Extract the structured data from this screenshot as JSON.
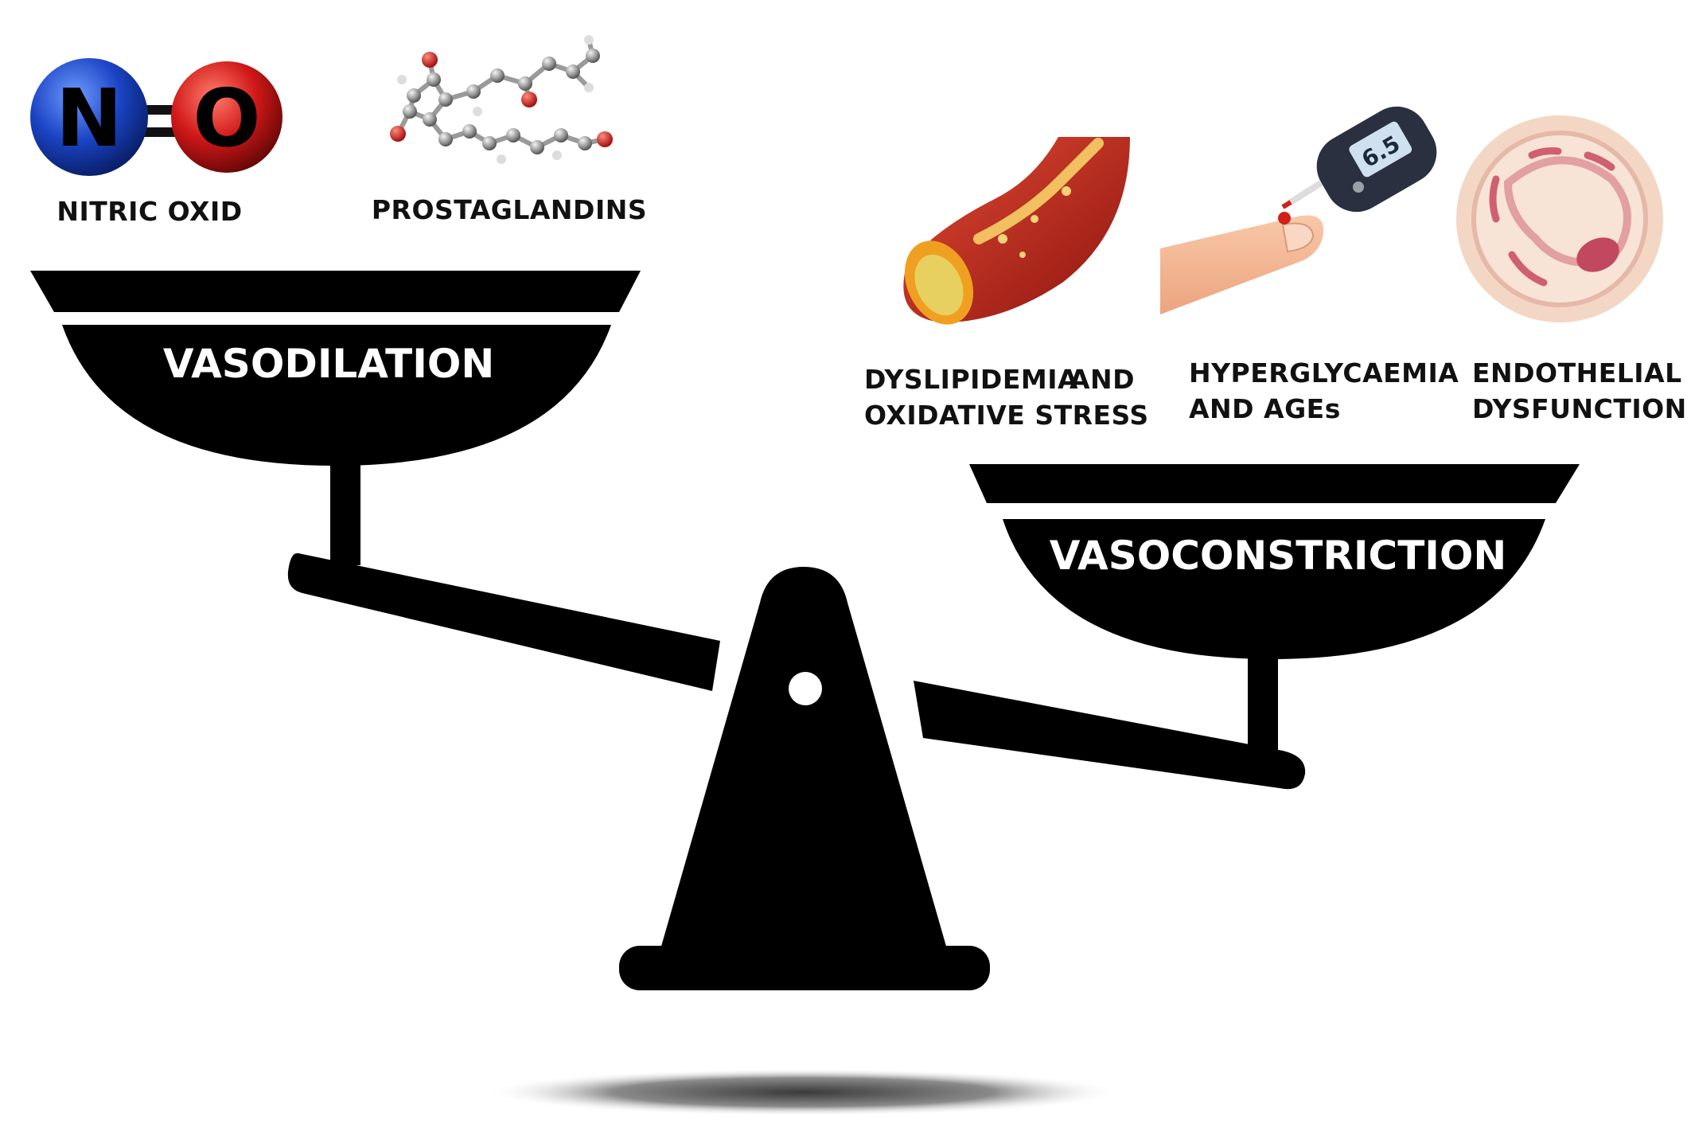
{
  "left_pan": {
    "title": "VASODILATION",
    "items": [
      {
        "label": "NITRIC OXID",
        "icon": "nitric-oxide-molecule-icon",
        "atoms": [
          "N",
          "O"
        ]
      },
      {
        "label": "PROSTAGLANDINS",
        "icon": "prostaglandin-molecule-icon"
      }
    ]
  },
  "right_pan": {
    "title": "VASOCONSTRICTION",
    "items": [
      {
        "label_line1": "DYSLIPIDEMIA",
        "label_line1b": "AND",
        "label_line2": "OXIDATIVE STRESS",
        "icon": "artery-plaque-icon"
      },
      {
        "label_line1": "HYPERGLYCAEMIA",
        "label_line2": "AND AGEs",
        "icon": "glucometer-icon",
        "meter_reading": "6.5"
      },
      {
        "label_line1": "ENDOTHELIAL",
        "label_line2": "DYSFUNCTION",
        "icon": "endothelial-cell-icon"
      }
    ]
  },
  "colors": {
    "scale": "#000000",
    "nitrogen": "#1a44c4",
    "oxygen": "#d01818",
    "artery": "#c0281e",
    "plaque": "#e8d060",
    "skin": "#f3b894",
    "cell_outer": "#f3d7c4",
    "cell_inner": "#c24860"
  }
}
